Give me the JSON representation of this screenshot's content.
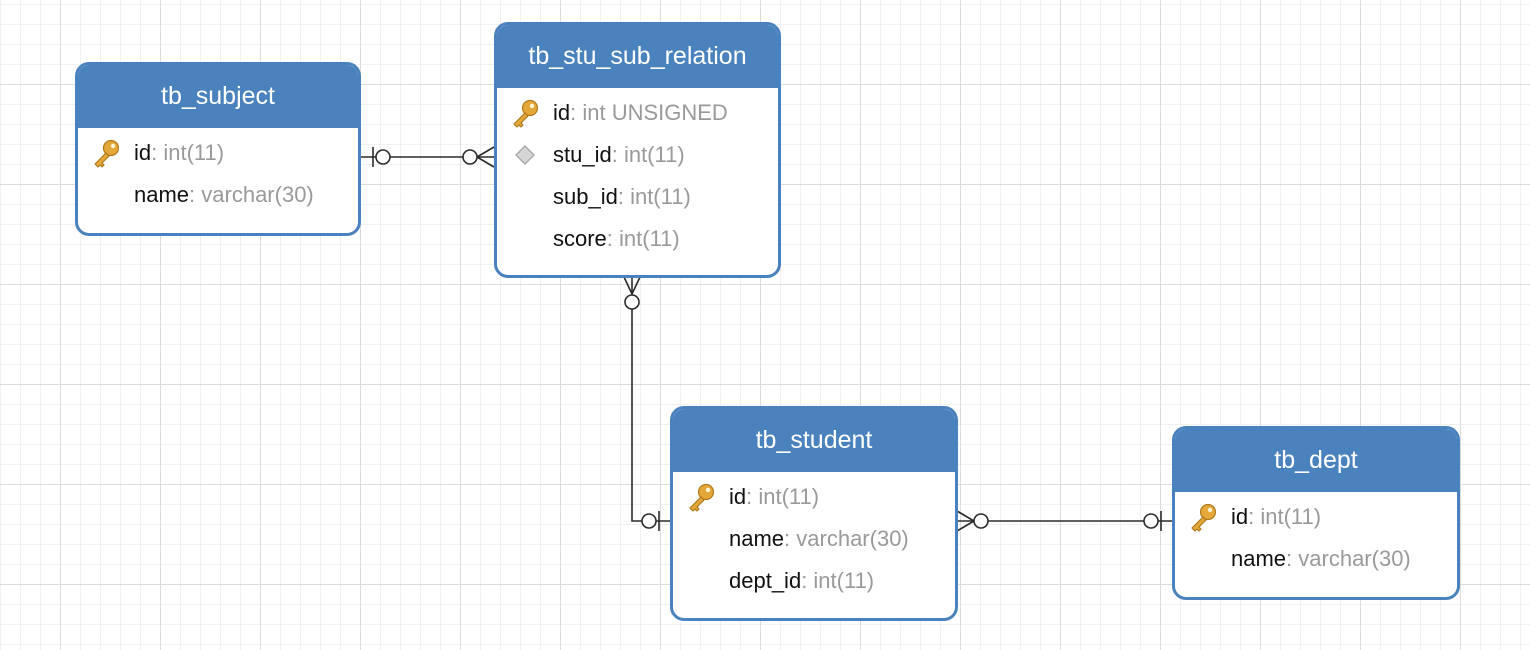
{
  "diagram": {
    "tables": [
      {
        "name": "tb_subject",
        "fields": [
          {
            "name": "id",
            "type": ": int(11)",
            "icon": "primary-key-icon"
          },
          {
            "name": "name",
            "type": ": varchar(30)",
            "icon": ""
          }
        ]
      },
      {
        "name": "tb_stu_sub_relation",
        "fields": [
          {
            "name": "id",
            "type": ": int UNSIGNED",
            "icon": "primary-key-icon"
          },
          {
            "name": "stu_id",
            "type": ": int(11)",
            "icon": "index-diamond-icon"
          },
          {
            "name": "sub_id",
            "type": ": int(11)",
            "icon": ""
          },
          {
            "name": "score",
            "type": ": int(11)",
            "icon": ""
          }
        ]
      },
      {
        "name": "tb_student",
        "fields": [
          {
            "name": "id",
            "type": ": int(11)",
            "icon": "primary-key-icon"
          },
          {
            "name": "name",
            "type": ": varchar(30)",
            "icon": ""
          },
          {
            "name": "dept_id",
            "type": ": int(11)",
            "icon": ""
          }
        ]
      },
      {
        "name": "tb_dept",
        "fields": [
          {
            "name": "id",
            "type": ": int(11)",
            "icon": "primary-key-icon"
          },
          {
            "name": "name",
            "type": ": varchar(30)",
            "icon": ""
          }
        ]
      }
    ],
    "relationships": [
      {
        "from": "tb_subject",
        "to": "tb_stu_sub_relation",
        "from_cardinality": "zero-or-one",
        "to_cardinality": "zero-or-many"
      },
      {
        "from": "tb_student",
        "to": "tb_stu_sub_relation",
        "from_cardinality": "zero-or-one",
        "to_cardinality": "zero-or-many"
      },
      {
        "from": "tb_dept",
        "to": "tb_student",
        "from_cardinality": "zero-or-one",
        "to_cardinality": "zero-or-many"
      }
    ],
    "colors": {
      "header": "#4a82be",
      "border": "#4a82be",
      "field_name": "#111111",
      "field_type": "#9a9a9a",
      "key_icon": "#e3a73a",
      "connector": "#2b2b2b"
    }
  }
}
